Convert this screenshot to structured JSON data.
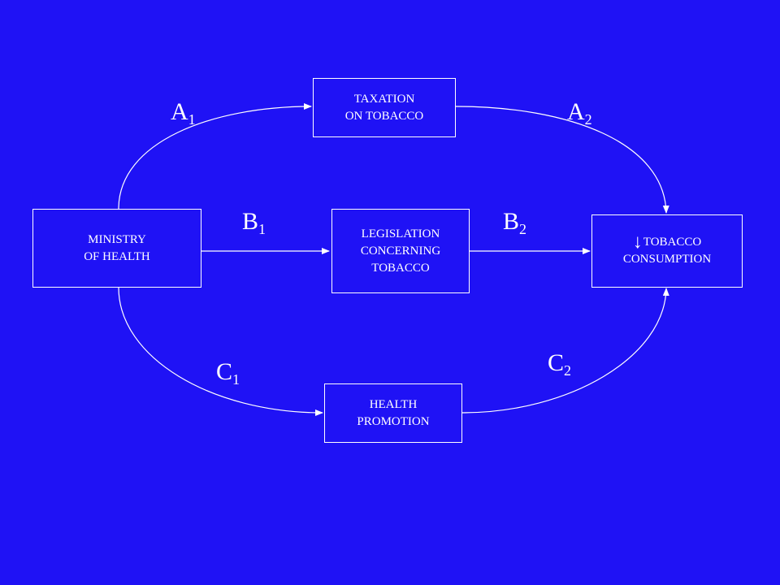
{
  "nodes": {
    "ministry": {
      "lines": [
        "MINISTRY",
        "OF HEALTH"
      ]
    },
    "taxation": {
      "lines": [
        "TAXATION",
        "ON TOBACCO"
      ]
    },
    "legislation": {
      "lines": [
        "LEGISLATION",
        "CONCERNING",
        "TOBACCO"
      ]
    },
    "promotion": {
      "lines": [
        "HEALTH",
        "PROMOTION"
      ]
    },
    "consumption": {
      "arrow": "↓",
      "lines": [
        "TOBACCO",
        "CONSUMPTION"
      ]
    }
  },
  "edges": {
    "a1": {
      "letter": "A",
      "sub": "1"
    },
    "a2": {
      "letter": "A",
      "sub": "2"
    },
    "b1": {
      "letter": "B",
      "sub": "1"
    },
    "b2": {
      "letter": "B",
      "sub": "2"
    },
    "c1": {
      "letter": "C",
      "sub": "1"
    },
    "c2": {
      "letter": "C",
      "sub": "2"
    }
  },
  "colors": {
    "background": "#1f12f5",
    "foreground": "#ffffff"
  }
}
